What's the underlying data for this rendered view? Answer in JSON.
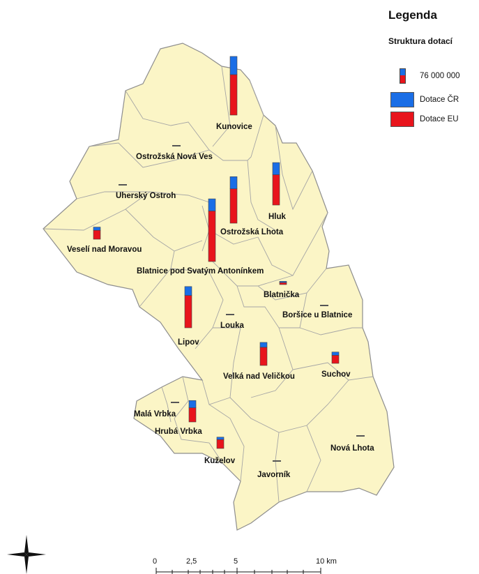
{
  "legend": {
    "title": "Legenda",
    "subtitle": "Struktura dotací",
    "reference_value": "76 000 000",
    "items": [
      {
        "label": "Dotace ČR",
        "color": "#1a6ee6"
      },
      {
        "label": "Dotace EU",
        "color": "#e8141c"
      }
    ]
  },
  "colors": {
    "land": "#fbf5c6",
    "border": "#9a9a9a",
    "cr": "#1a6ee6",
    "eu": "#e8141c"
  },
  "municipalities": [
    {
      "name": "Kunovice",
      "cr": 0.45,
      "eu": 1.0
    },
    {
      "name": "Ostrožská Nová Ves",
      "cr": 0,
      "eu": 0
    },
    {
      "name": "Uherský Ostroh",
      "cr": 0,
      "eu": 0
    },
    {
      "name": "Hluk",
      "cr": 0.3,
      "eu": 0.75
    },
    {
      "name": "Ostrožská Lhota",
      "cr": 0.3,
      "eu": 0.85
    },
    {
      "name": "Veselí nad Moravou",
      "cr": 0.08,
      "eu": 0.22
    },
    {
      "name": "Blatnice pod Svatým Antonínkem",
      "cr": 0.3,
      "eu": 1.25
    },
    {
      "name": "Blatnička",
      "cr": 0.03,
      "eu": 0.05
    },
    {
      "name": "Boršice u Blatnice",
      "cr": 0,
      "eu": 0
    },
    {
      "name": "Louka",
      "cr": 0,
      "eu": 0
    },
    {
      "name": "Lipov",
      "cr": 0.22,
      "eu": 0.8
    },
    {
      "name": "Velká nad Veličkou",
      "cr": 0.12,
      "eu": 0.45
    },
    {
      "name": "Suchov",
      "cr": 0.08,
      "eu": 0.2
    },
    {
      "name": "Malá Vrbka",
      "cr": 0,
      "eu": 0
    },
    {
      "name": "Hrubá Vrbka",
      "cr": 0.18,
      "eu": 0.35
    },
    {
      "name": "Kuželov",
      "cr": 0.06,
      "eu": 0.22
    },
    {
      "name": "Javorník",
      "cr": 0,
      "eu": 0
    },
    {
      "name": "Nová Lhota",
      "cr": 0,
      "eu": 0
    }
  ],
  "scale": {
    "ticks": [
      "0",
      "2,5",
      "5",
      "10 km"
    ]
  }
}
